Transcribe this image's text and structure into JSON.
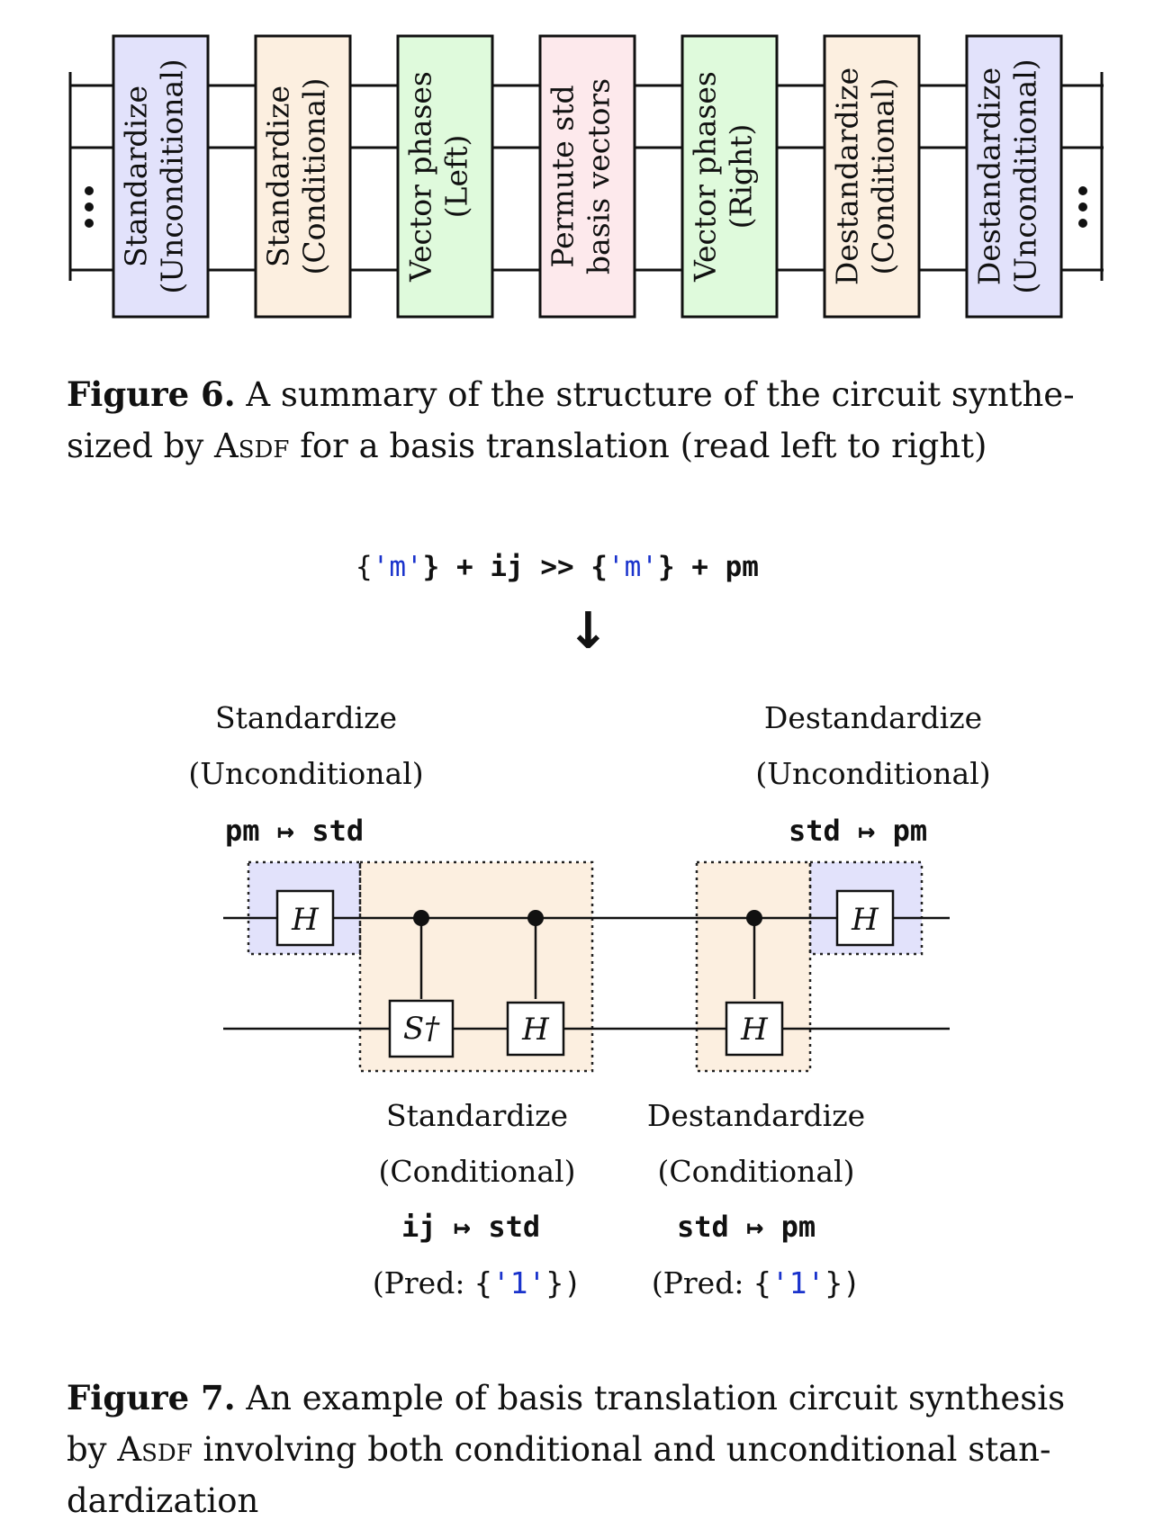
{
  "figure6": {
    "boxes": [
      {
        "line1": "Standardize",
        "line2": "(Unconditional)",
        "fill": "#e2e2fb"
      },
      {
        "line1": "Standardize",
        "line2": "(Conditional)",
        "fill": "#fcefe0"
      },
      {
        "line1": "Vector phases",
        "line2": "(Left)",
        "fill": "#dffadc"
      },
      {
        "line1": "Permute std",
        "line2": "basis vectors",
        "fill": "#fde9ec"
      },
      {
        "line1": "Vector phases",
        "line2": "(Right)",
        "fill": "#dffadc"
      },
      {
        "line1": "Destandardize",
        "line2": "(Conditional)",
        "fill": "#fcefe0"
      },
      {
        "line1": "Destandardize",
        "line2": "(Unconditional)",
        "fill": "#e2e2fb"
      }
    ],
    "caption_label": "Figure 6.",
    "caption_pre": " A summary of the structure of the circuit synthe-sized by ",
    "caption_sc": "Asdf",
    "caption_post": " for a basis translation (read left to right)"
  },
  "figure7": {
    "expr_pre": "{",
    "expr_str1": "'m'",
    "expr_mid": "} + ij >> {",
    "expr_str2": "'m'",
    "expr_post": "} + pm",
    "arrow": "↓",
    "left_title1": "Standardize",
    "left_title2": "(Unconditional)",
    "left_map": "pm ↦ std",
    "right_title1": "Destandardize",
    "right_title2": "(Unconditional)",
    "right_map": "std ↦ pm",
    "gates": {
      "h": "H",
      "sdg": "S†"
    },
    "mid_left_title1": "Standardize",
    "mid_left_title2": "(Conditional)",
    "mid_left_map": "ij ↦ std",
    "mid_left_pred_pre": "(Pred: ",
    "mid_left_pred_brace_open": "{",
    "mid_left_pred_val": "'1'",
    "mid_left_pred_post": "})",
    "mid_right_title1": "Destandardize",
    "mid_right_title2": "(Conditional)",
    "mid_right_map": "std ↦ pm",
    "mid_right_pred_pre": "(Pred: ",
    "mid_right_pred_brace_open": "{",
    "mid_right_pred_val": "'1'",
    "mid_right_pred_post": "})",
    "caption_label": "Figure 7.",
    "caption_pre": " An example of basis translation circuit synthesis by ",
    "caption_sc": "Asdf",
    "caption_post": " involving both conditional and unconditional stan-dardization"
  },
  "colors": {
    "lavender": "#e2e2fb",
    "peach": "#fcefe0",
    "mint": "#dffadc",
    "pink": "#fde9ec",
    "code_blue": "#1a33cc"
  }
}
